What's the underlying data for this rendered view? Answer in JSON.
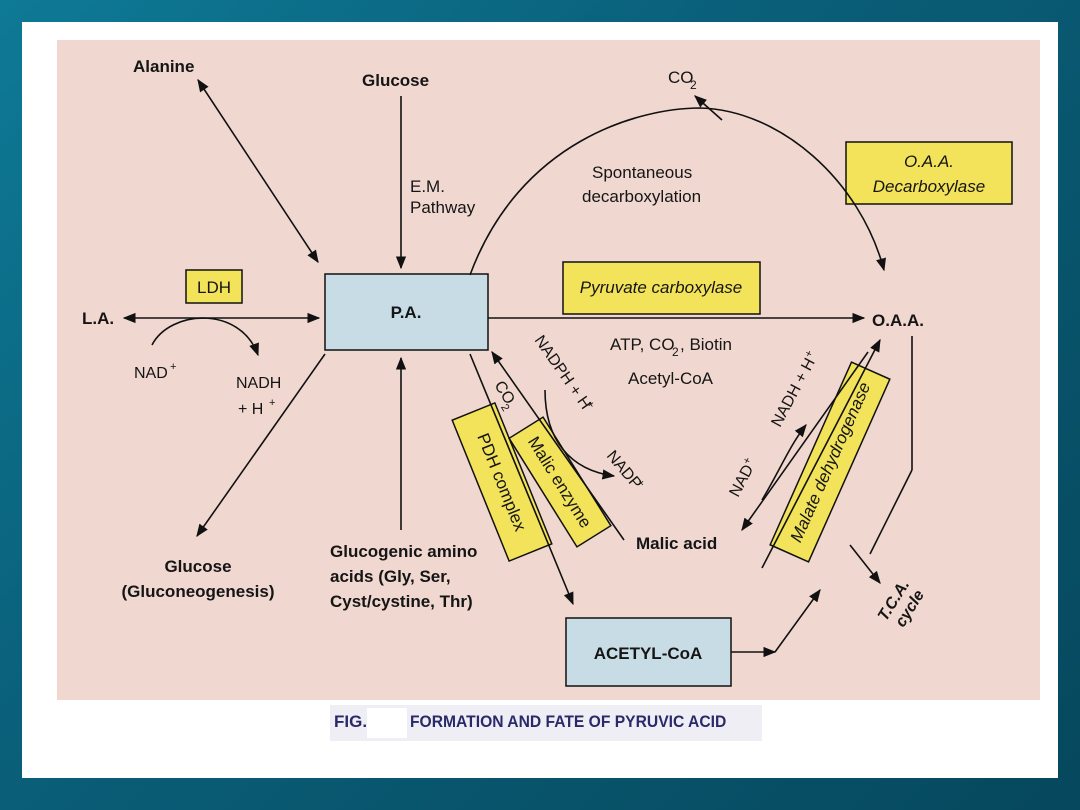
{
  "diagram": {
    "nodes": {
      "alanine": "Alanine",
      "glucose_top": "Glucose",
      "em_pathway_1": "E.M.",
      "em_pathway_2": "Pathway",
      "co2_top": "CO",
      "co2_top_sub": "2",
      "spontaneous_1": "Spontaneous",
      "spontaneous_2": "decarboxylation",
      "oaa_decarboxylase_1": "O.A.A.",
      "oaa_decarboxylase_2": "Decarboxylase",
      "ldh": "LDH",
      "la": "L.A.",
      "pa": "P.A.",
      "pyruvate_carboxylase": "Pyruvate carboxylase",
      "oaa": "O.A.A.",
      "nad_left": "NAD",
      "nad_left_sup": "+",
      "nadh_left_1": "NADH",
      "nadh_left_2": "+ H",
      "nadh_left_2_sup": "+",
      "atp_co2_biotin": "ATP, CO",
      "atp_co2_biotin_sub": "2",
      "atp_co2_biotin_end": ", Biotin",
      "acetyl_coa_cofactor": "Acetyl-CoA",
      "nadph": "NADPH + H",
      "nadph_sup": "+",
      "co2_mid": "CO",
      "co2_mid_sub": "2",
      "nadp": "NADP",
      "nadp_sup": "+",
      "malic_enzyme": "Malic enzyme",
      "pdh_complex": "PDH complex",
      "malic_acid": "Malic acid",
      "nad_right": "NAD",
      "nad_right_sup": "+",
      "nadh_right": "NADH + H",
      "nadh_right_sup": "+",
      "malate_dehydrogenase": "Malate dehydrogenase",
      "tca_1": "T.C.A.",
      "tca_2": "cycle",
      "glucose_bottom_1": "Glucose",
      "glucose_bottom_2": "(Gluconeogenesis)",
      "glucogenic_1": "Glucogenic amino",
      "glucogenic_2": "acids (Gly, Ser,",
      "glucogenic_3": "Cyst/cystine, Thr)",
      "acetyl_coa": "ACETYL-CoA"
    },
    "colors": {
      "enzyme_box": "#f2e35a",
      "metabolite_box": "#c8dce6",
      "background": "#f0d8d0"
    }
  },
  "caption": {
    "fig": "FIG.",
    "title": "FORMATION AND FATE OF PYRUVIC ACID"
  }
}
